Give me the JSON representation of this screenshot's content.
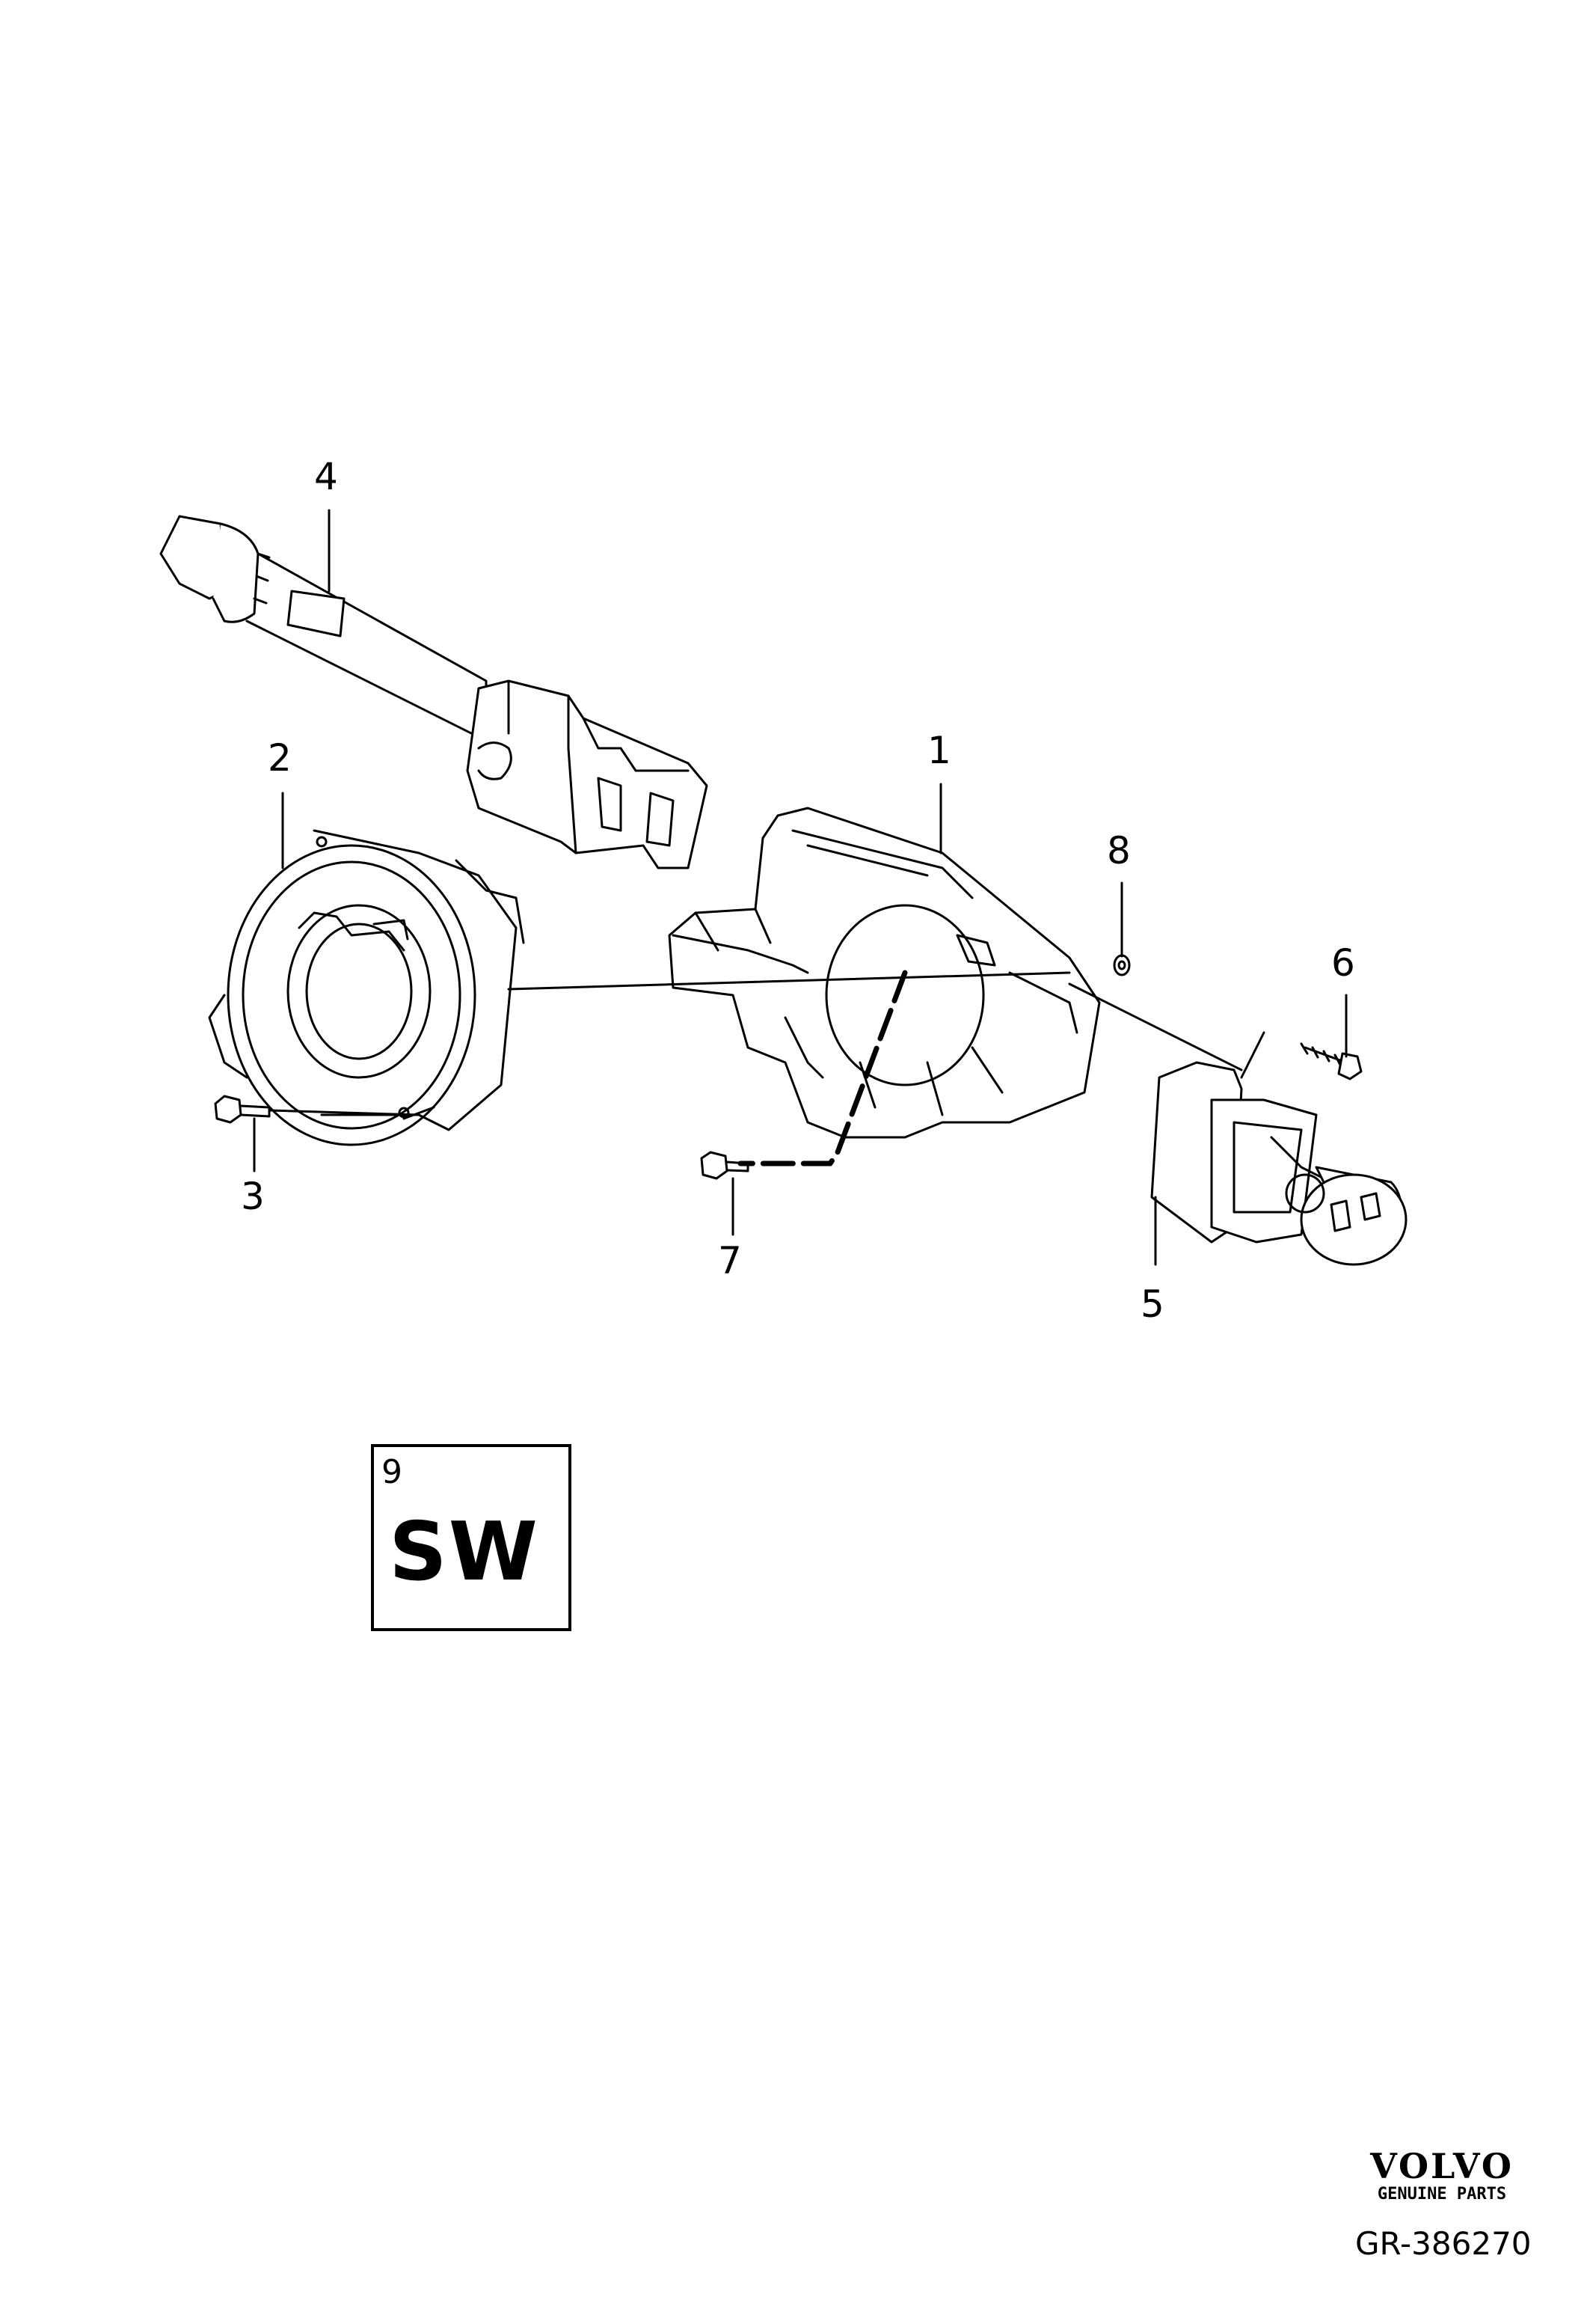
{
  "callouts": {
    "c1": "1",
    "c2": "2",
    "c3": "3",
    "c4": "4",
    "c5": "5",
    "c6": "6",
    "c7": "7",
    "c8": "8"
  },
  "sw_box": {
    "number": "9",
    "code": "SW"
  },
  "brand": {
    "name": "VOLVO",
    "tagline": "GENUINE PARTS"
  },
  "reference": "GR-386270"
}
